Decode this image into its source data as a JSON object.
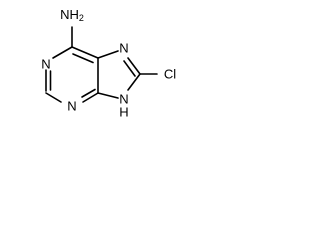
{
  "molecule": {
    "labels": {
      "amine": "NH2",
      "amine_main": "NH",
      "amine_sub": "2",
      "n1": "N",
      "n3": "N",
      "n7": "N",
      "n9": "N",
      "n9_h": "H",
      "chlorine": "Cl"
    },
    "color": "#000000"
  }
}
